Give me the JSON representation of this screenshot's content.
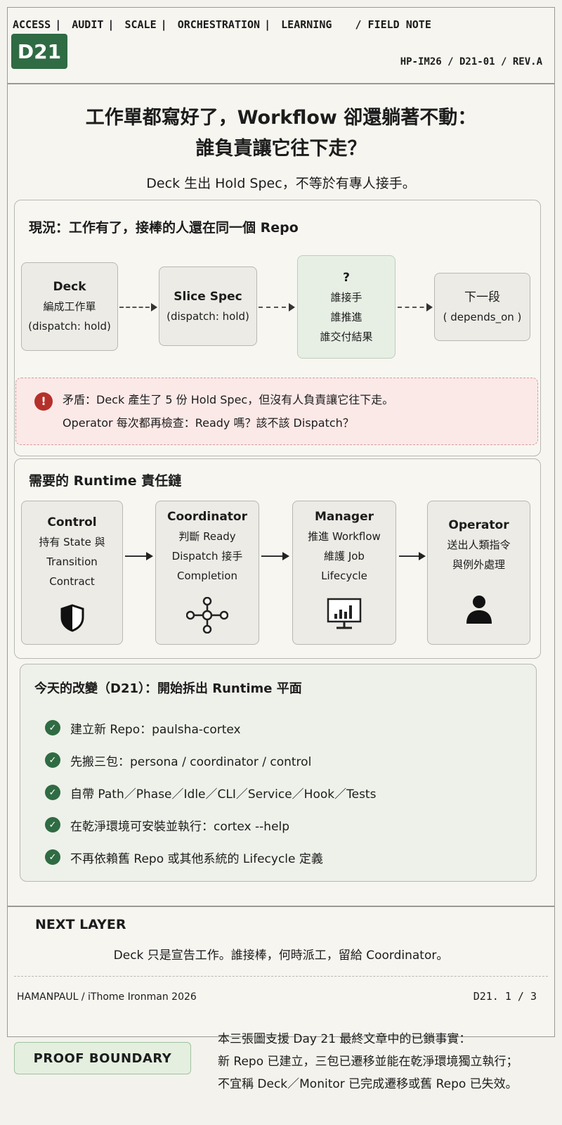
{
  "header": {
    "nav": [
      "ACCESS",
      "AUDIT",
      "SCALE",
      "ORCHESTRATION",
      "LEARNING"
    ],
    "nav_extra": "/ FIELD NOTE",
    "badge": "D21",
    "doc_id": "HP-IM26 / D21-01 / REV.A"
  },
  "title": {
    "line1": "工作單都寫好了，Workflow 卻還躺著不動：",
    "line2": "誰負責讓它往下走？"
  },
  "subtitle": "Deck 生出 Hold Spec，不等於有專人接手。",
  "status_panel": {
    "title": "現況：工作有了，接棒的人還在同一個 Repo",
    "boxes": [
      {
        "title": "Deck",
        "lines": [
          "編成工作單",
          "(dispatch: hold)"
        ]
      },
      {
        "title": "Slice Spec",
        "lines": [
          "(dispatch: hold)"
        ]
      },
      {
        "title": "?",
        "lines": [
          "誰接手",
          "誰推進",
          "誰交付結果"
        ]
      },
      {
        "title": "下一段",
        "lines": [
          "( depends_on )"
        ]
      }
    ],
    "alert": {
      "line1": "矛盾：Deck 產生了 5 份 Hold Spec，但沒有人負責讓它往下走。",
      "line2": "Operator 每次都再檢查：Ready 嗎？該不該 Dispatch？"
    }
  },
  "chain_panel": {
    "title": "需要的 Runtime 責任鏈",
    "boxes": [
      {
        "title": "Control",
        "lines": [
          "持有 State 與",
          "Transition",
          "Contract"
        ],
        "icon": "shield-icon"
      },
      {
        "title": "Coordinator",
        "lines": [
          "判斷 Ready",
          "Dispatch 接手",
          "Completion"
        ],
        "icon": "network-icon"
      },
      {
        "title": "Manager",
        "lines": [
          "推進 Workflow",
          "維護 Job",
          "Lifecycle"
        ],
        "icon": "monitor-chart-icon"
      },
      {
        "title": "Operator",
        "lines": [
          "送出人類指令",
          "與例外處理"
        ],
        "icon": "person-icon"
      }
    ]
  },
  "change_panel": {
    "title": "今天的改變（D21）：開始拆出 Runtime 平面",
    "items": [
      "建立新 Repo：paulsha-cortex",
      "先搬三包：persona / coordinator / control",
      "自帶 Path／Phase／Idle／CLI／Service／Hook／Tests",
      "在乾淨環境可安裝並執行：cortex --help",
      "不再依賴舊 Repo 或其他系統的 Lifecycle 定義"
    ]
  },
  "next_layer": {
    "title": "NEXT LAYER",
    "text": "Deck 只是宣告工作。誰接棒，何時派工，留給 Coordinator。"
  },
  "footer": {
    "left": "HAMANPAUL / iThome Ironman 2026",
    "right": "D21. 1 / 3"
  },
  "proof": {
    "label": "PROOF BOUNDARY",
    "lines": [
      "本三張圖支援 Day 21 最終文章中的已鎖事實：",
      "新 Repo 已建立，三包已遷移並能在乾淨環境獨立執行；",
      "不宜稱 Deck／Monitor 已完成遷移或舊 Repo 已失效。"
    ]
  },
  "colors": {
    "accent_green": "#2f6b43",
    "alert_red": "#b5302a",
    "alert_bg": "#fbe9e7"
  }
}
